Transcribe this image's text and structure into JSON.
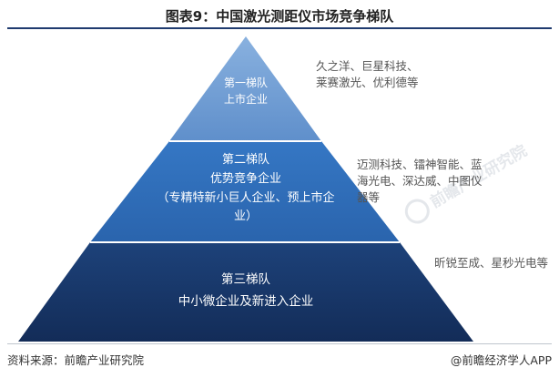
{
  "title": "图表9：中国激光测距仪市场竞争梯队",
  "tiers": [
    {
      "name": "第一梯队",
      "desc": "上市企业",
      "desc2": "",
      "color": "#6e9bd2"
    },
    {
      "name": "第二梯队",
      "desc": "优势竞争企业",
      "desc2": "（专精特新小巨人企业、预上市企业）",
      "color": "#2a6ab8"
    },
    {
      "name": "第三梯队",
      "desc": "中小微企业及新进入企业",
      "desc2": "",
      "color": "#17376b"
    }
  ],
  "companies": [
    {
      "lines": [
        "久之洋、巨星科技、",
        "莱赛激光、优利德等"
      ]
    },
    {
      "lines": [
        "迈测科技、镭神智能、蓝",
        "海光电、深达威、中图仪",
        "器等"
      ]
    },
    {
      "lines": [
        "昕锐至成、星秒光电等"
      ]
    }
  ],
  "watermark": "前瞻产业研究院",
  "source": "资料来源：前瞻产业研究院",
  "brand": "@前瞻经济学人APP"
}
